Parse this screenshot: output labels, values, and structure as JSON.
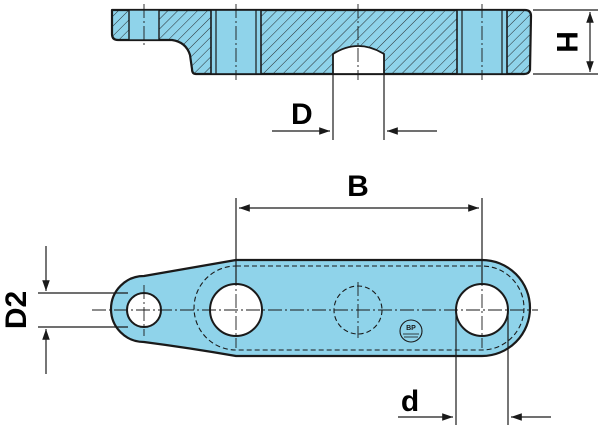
{
  "drawing": {
    "labels": {
      "height": "H",
      "pin_diameter": "D",
      "pitch": "B",
      "side_hole_diameter": "D2",
      "hole_diameter": "d"
    },
    "colors": {
      "part_fill": "#8fd3ea",
      "line": "#1a1a1a",
      "background": "#ffffff"
    },
    "marks": {
      "logo": "BP"
    }
  }
}
